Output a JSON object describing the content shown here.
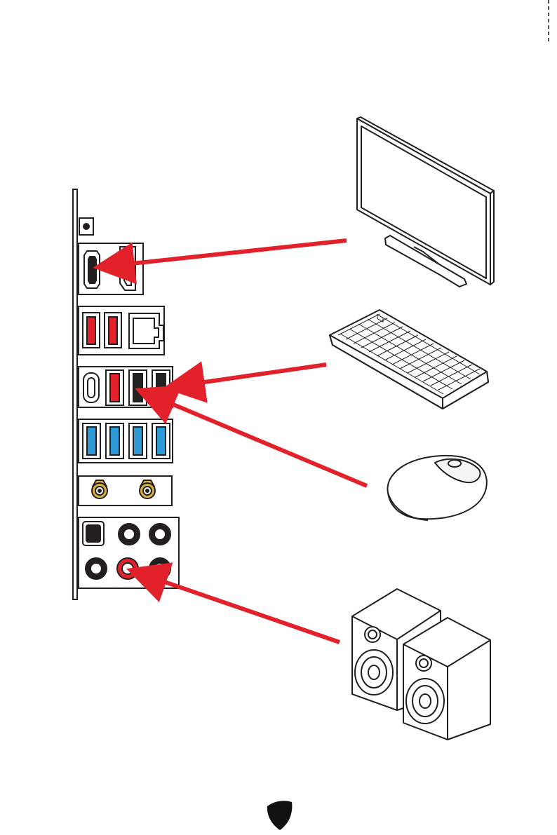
{
  "page": {
    "title": "",
    "cut_line": "dashed-vertical-line-top-right"
  },
  "io_panel": {
    "components": [
      {
        "name": "clear-cmos-button-icon"
      },
      {
        "name": "hdmi-port-icon",
        "label": "HDMI"
      },
      {
        "name": "displayport-icon",
        "label": "DP"
      },
      {
        "name": "usb-red-port-icon",
        "count": 2
      },
      {
        "name": "lan-port-icon",
        "label": "LAN"
      },
      {
        "name": "usb-c-port-icon"
      },
      {
        "name": "usb-red-port-icon",
        "count": 1
      },
      {
        "name": "usb-black-port-icon",
        "count": 2
      },
      {
        "name": "usb-blue-port-icon",
        "count": 4
      },
      {
        "name": "wifi-antenna-connector-icon",
        "count": 2
      },
      {
        "name": "optical-spdif-port-icon"
      },
      {
        "name": "audio-jack-icon",
        "count": 5
      },
      {
        "name": "audio-jack-line-out-icon",
        "highlight": true
      }
    ]
  },
  "devices": [
    {
      "name": "monitor-icon"
    },
    {
      "name": "keyboard-icon"
    },
    {
      "name": "mouse-icon"
    },
    {
      "name": "speakers-icon"
    }
  ],
  "connections": [
    {
      "from": "monitor-icon",
      "to": "hdmi-port-icon"
    },
    {
      "from": "keyboard-icon",
      "to": "usb-black-port-icon"
    },
    {
      "from": "mouse-icon",
      "to": "usb-black-port-icon"
    },
    {
      "from": "speakers-icon",
      "to": "audio-jack-line-out-icon"
    }
  ],
  "colors": {
    "arrow": "#e3212b",
    "usb_red": "#e3212b",
    "usb_blue": "#2d9ad6",
    "usb_black": "#222222",
    "antenna_gold": "#d8b23a",
    "outline": "#231f20",
    "brand_shield": "#111111"
  },
  "footer": {
    "logo": "brand-shield-icon"
  }
}
